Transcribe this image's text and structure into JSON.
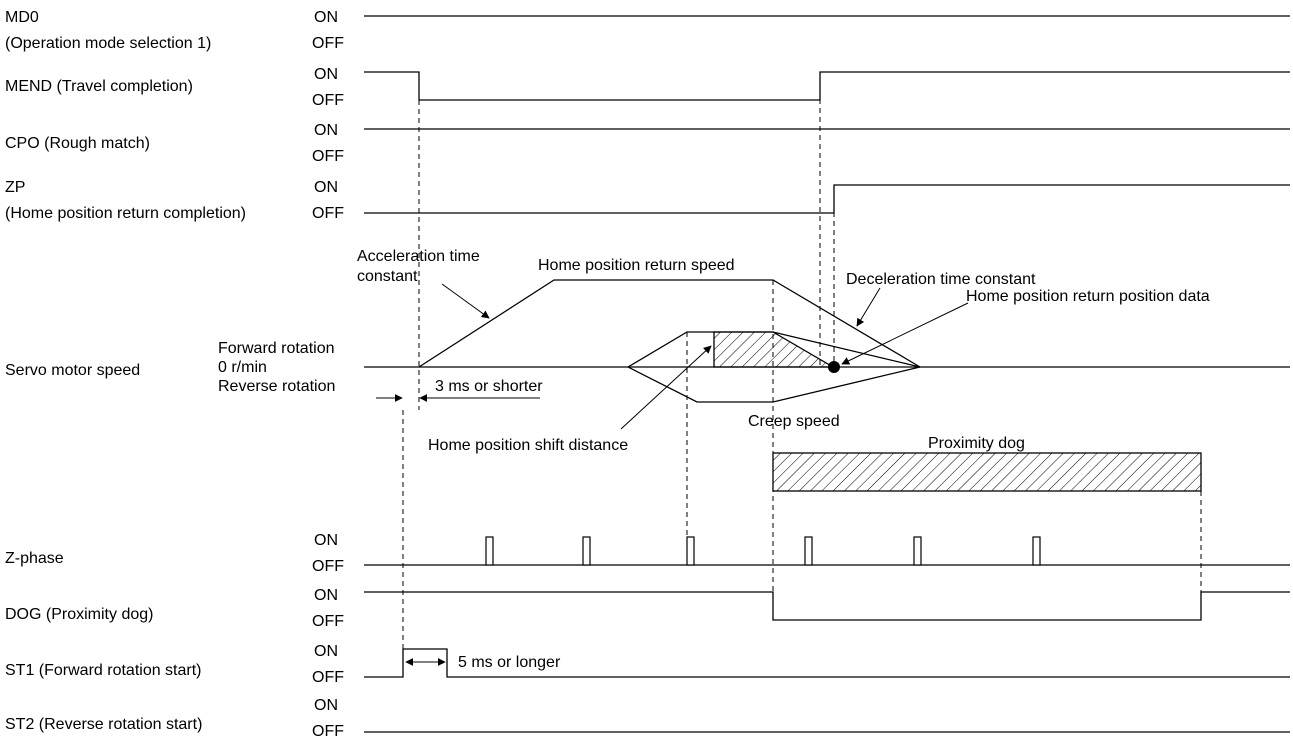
{
  "signals": [
    {
      "id": "md0",
      "name_line1": "MD0",
      "name_line2": "(Operation mode selection 1)",
      "on_label": "ON",
      "off_label": "OFF"
    },
    {
      "id": "mend",
      "name_line1": "MEND (Travel completion)",
      "on_label": "ON",
      "off_label": "OFF"
    },
    {
      "id": "cpo",
      "name_line1": "CPO (Rough match)",
      "on_label": "ON",
      "off_label": "OFF"
    },
    {
      "id": "zp",
      "name_line1": "ZP",
      "name_line2": "(Home position return completion)",
      "on_label": "ON",
      "off_label": "OFF"
    },
    {
      "id": "zphase",
      "name_line1": "Z-phase",
      "on_label": "ON",
      "off_label": "OFF"
    },
    {
      "id": "dog",
      "name_line1": "DOG (Proximity dog)",
      "on_label": "ON",
      "off_label": "OFF"
    },
    {
      "id": "st1",
      "name_line1": "ST1 (Forward rotation start)",
      "on_label": "ON",
      "off_label": "OFF"
    },
    {
      "id": "st2",
      "name_line1": "ST2 (Reverse rotation start)",
      "on_label": "ON",
      "off_label": "OFF"
    }
  ],
  "speed": {
    "name": "Servo motor speed",
    "forward_label": "Forward rotation",
    "zero_label": "0 r/min",
    "reverse_label": "Reverse rotation"
  },
  "annotations": {
    "accel_line1": "Acceleration time",
    "accel_line2": "constant",
    "return_speed": "Home position return speed",
    "decel": "Deceleration time constant",
    "return_position_data": "Home position return position data",
    "three_ms": "3 ms or shorter",
    "shift_distance": "Home position shift distance",
    "creep_speed": "Creep speed",
    "proximity_dog": "Proximity dog",
    "five_ms": "5 ms or longer"
  }
}
